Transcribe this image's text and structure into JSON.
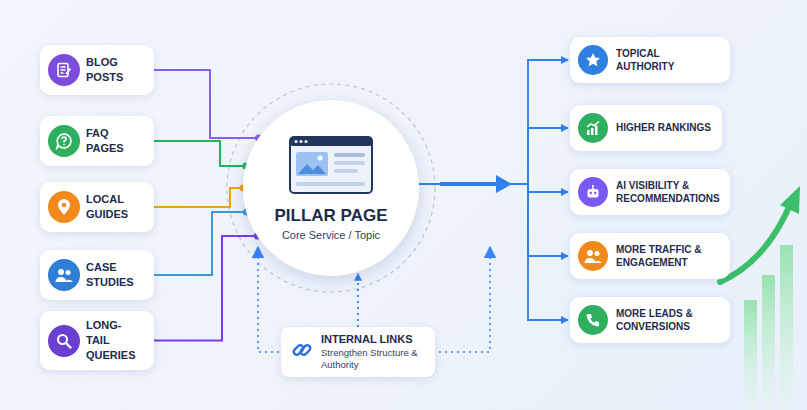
{
  "diagram": {
    "nodes": [
      {
        "text": [
          "BLOG POSTS"
        ]
      },
      {
        "text": [
          "FAQ PAGES"
        ]
      },
      {
        "text": [
          "LOCAL GUIDES"
        ]
      },
      {
        "text": [
          "CASE STUDIES"
        ]
      },
      {
        "text": [
          "LONG-TAIL QUERIES"
        ]
      },
      {
        "text": [
          "PILLAR PAGE",
          "Core Service / Topic"
        ]
      },
      {
        "text": [
          "INTERNAL LINKS",
          "Strengthen Structure & Authority"
        ]
      },
      {
        "text": [
          "TOPICAL AUTHORITY"
        ]
      },
      {
        "text": [
          "HIGHER RANKINGS"
        ]
      },
      {
        "text": [
          "AI VISIBILITY & RECOMMENDATIONS"
        ]
      },
      {
        "text": [
          "MORE TRAFFIC & ENGAGEMENT"
        ]
      },
      {
        "text": [
          "MORE LEADS & CONVERSIONS"
        ]
      }
    ],
    "edges": [
      {
        "from": 0,
        "to": 5,
        "arrow": "none"
      },
      {
        "from": 1,
        "to": 5,
        "arrow": "none"
      },
      {
        "from": 2,
        "to": 5,
        "arrow": "none"
      },
      {
        "from": 3,
        "to": 5,
        "arrow": "none"
      },
      {
        "from": 4,
        "to": 5,
        "arrow": "none"
      },
      {
        "from": 5,
        "to": 7,
        "arrow": "to"
      },
      {
        "from": 5,
        "to": 8,
        "arrow": "to"
      },
      {
        "from": 5,
        "to": 9,
        "arrow": "to"
      },
      {
        "from": 5,
        "to": 10,
        "arrow": "to"
      },
      {
        "from": 5,
        "to": 11,
        "arrow": "to"
      },
      {
        "from": 6,
        "to": 5,
        "arrow": "to"
      }
    ]
  }
}
